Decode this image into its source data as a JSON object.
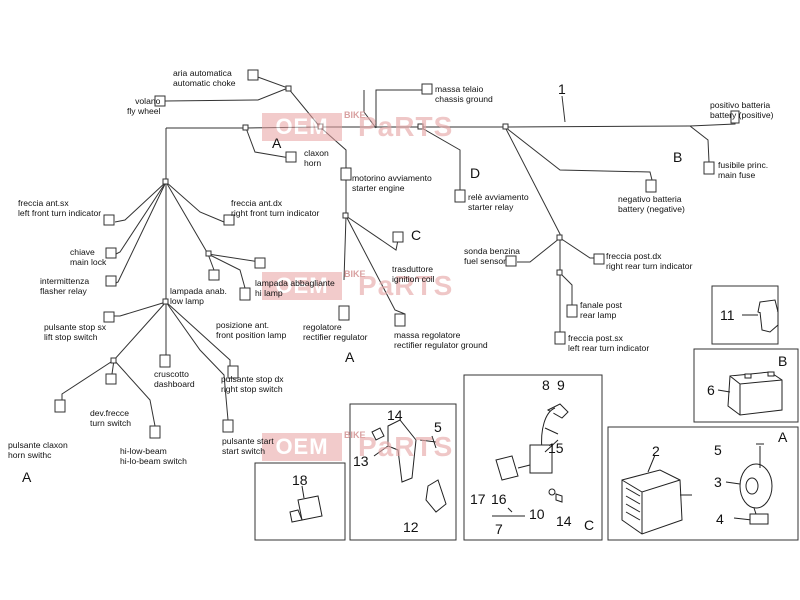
{
  "connectors": {
    "aria": {
      "line1": "aria automatica",
      "line2": "automatic choke"
    },
    "volano": {
      "line1": "volano",
      "line2": "fly wheel"
    },
    "massa_telaio": {
      "line1": "massa telaio",
      "line2": "chassis ground"
    },
    "positivo": {
      "line1": "positivo batteria",
      "line2": "battery (positive)"
    },
    "fusibile": {
      "line1": "fusibile princ.",
      "line2": "main fuse"
    },
    "negativo": {
      "line1": "negativo batteria",
      "line2": "battery (negative)"
    },
    "claxon": {
      "line1": "claxon",
      "line2": "horn"
    },
    "motorino": {
      "line1": "motorino avviamento",
      "line2": "starter engine"
    },
    "rele": {
      "line1": "relè avviamento",
      "line2": "starter relay"
    },
    "freccia_ant_sx": {
      "line1": "freccia ant.sx",
      "line2": "left front turn indicator"
    },
    "freccia_ant_dx": {
      "line1": "freccia ant.dx",
      "line2": "right front turn indicator"
    },
    "chiave": {
      "line1": "chiave",
      "line2": "main lock"
    },
    "intermittenza": {
      "line1": "intermittenza",
      "line2": "flasher relay"
    },
    "lampada_anab": {
      "line1": "lampada anab.",
      "line2": "low lamp"
    },
    "lampada_abb": {
      "line1": "lampada abbagliante",
      "line2": "hi lamp"
    },
    "posizione": {
      "line1": "posizione ant.",
      "line2": "front position lamp"
    },
    "trasduttore": {
      "line1": "trasduttore",
      "line2": "ignition coil"
    },
    "regolatore": {
      "line1": "regolatore",
      "line2": "rectifier regulator"
    },
    "massa_regolatore": {
      "line1": "massa regolatore",
      "line2": "rectifier regulator ground"
    },
    "sonda": {
      "line1": "sonda benzina",
      "line2": "fuel sensor"
    },
    "freccia_post_dx": {
      "line1": "freccia post.dx",
      "line2": "right rear turn indicator"
    },
    "fanale": {
      "line1": "fanale post",
      "line2": "rear lamp"
    },
    "freccia_post_sx": {
      "line1": "freccia post.sx",
      "line2": "left rear turn indicator"
    },
    "pulsante_stop_sx": {
      "line1": "pulsante stop sx",
      "line2": "lift stop switch"
    },
    "cruscotto": {
      "line1": "cruscotto",
      "line2": "dashboard"
    },
    "pulsante_stop_dx": {
      "line1": "pulsante stop dx",
      "line2": "right stop switch"
    },
    "dev_frecce": {
      "line1": "dev.frecce",
      "line2": "turn switch"
    },
    "hi_low": {
      "line1": "hi-low-beam",
      "line2": "hi-lo-beam switch"
    },
    "pulsante_claxon": {
      "line1": "pulsante claxon",
      "line2": "horn swithc"
    },
    "pulsante_start": {
      "line1": "pulsante start",
      "line2": "start switch"
    }
  },
  "letters": {
    "a1": "A",
    "a2": "A",
    "a3": "A",
    "b": "B",
    "c": "C",
    "d": "D",
    "one": "1"
  },
  "parts": {
    "p11": "11",
    "pB": "B",
    "p6": "6",
    "pA": "A",
    "p2": "2",
    "p5a": "5",
    "p3": "3",
    "p4": "4",
    "p8": "8",
    "p9": "9",
    "p15": "15",
    "p17": "17",
    "p16": "16",
    "p10": "10",
    "p14b": "14",
    "p7": "7",
    "pC": "C",
    "p14": "14",
    "p5": "5",
    "p13": "13",
    "p12": "12",
    "p18": "18"
  },
  "watermark": {
    "oem": "OEM",
    "bike": "BIKE",
    "parts": "PaRTS"
  },
  "colors": {
    "line": "#333333",
    "watermark": "#e8a2a2"
  }
}
